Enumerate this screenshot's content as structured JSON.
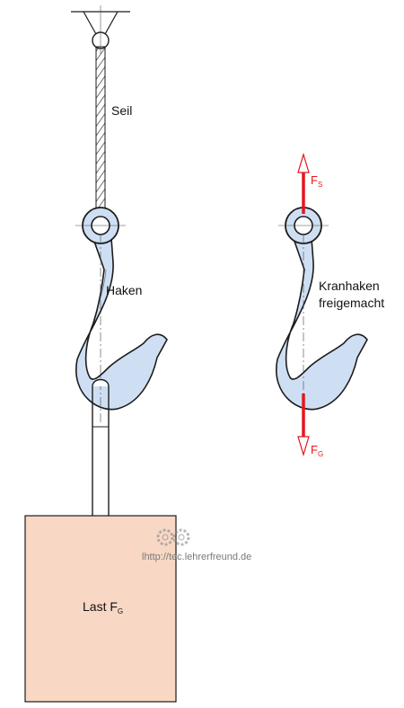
{
  "labels": {
    "rope": "Seil",
    "hook": "Haken",
    "freebody_line1": "Kranhaken",
    "freebody_line2": "freigemacht",
    "load_main": "Last F",
    "load_sub": "G"
  },
  "forces": {
    "top_main": "F",
    "top_sub": "S",
    "bottom_main": "F",
    "bottom_sub": "G"
  },
  "watermark": "lhttp://tec.lehrerfreund.de",
  "colors": {
    "hook_fill": "#cfdff3",
    "load_fill": "#f8d8c4",
    "force_red": "#e4161f",
    "outline": "#1c1c1c"
  }
}
